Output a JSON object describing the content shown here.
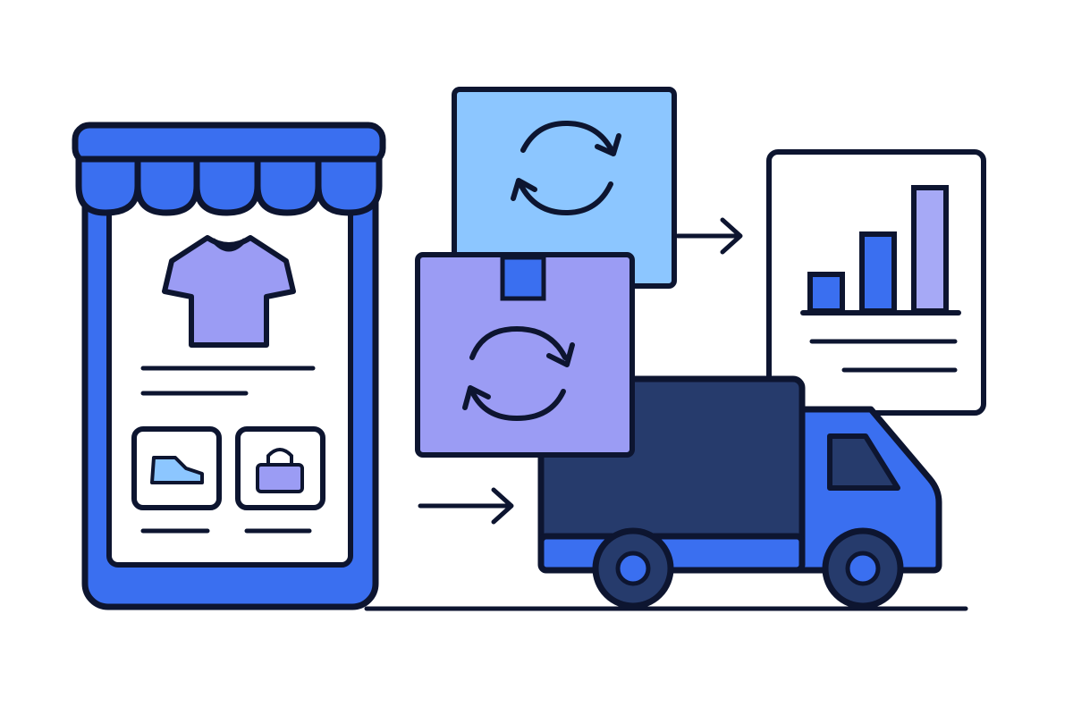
{
  "palette": {
    "ink": "#0d1530",
    "background": "#ffffff",
    "brand_blue": "#3a6ff0",
    "light_blue": "#8cc6ff",
    "periwinkle": "#9b9cf4",
    "lavender": "#a6a9f6",
    "navy": "#263b6c",
    "screen_white": "#ffffff"
  },
  "illustration": {
    "storefront_phone": {
      "icons": [
        "awning-icon",
        "tshirt-icon",
        "shoe-icon",
        "bag-icon"
      ]
    },
    "sync_panel": {
      "icon": "sync-icon"
    },
    "package_box": {
      "icons": [
        "box-tape-icon",
        "sync-icon"
      ]
    },
    "analytics_card": {
      "icon": "bar-chart-icon",
      "bar_levels": [
        0.3,
        0.62,
        1.0
      ]
    },
    "delivery_truck": {
      "icon": "truck-icon",
      "wheels": 2
    },
    "arrows": [
      "arrow-right-icon",
      "arrow-right-icon"
    ]
  }
}
